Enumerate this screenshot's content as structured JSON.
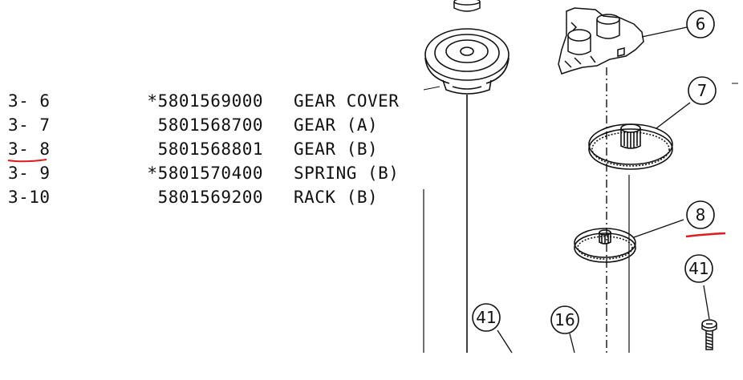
{
  "parts_list": [
    {
      "ref": "3- 6",
      "part_no": "*5801569000",
      "description": "GEAR COVER"
    },
    {
      "ref": "3- 7",
      "part_no": "5801568700",
      "description": "GEAR (A)"
    },
    {
      "ref": "3- 8",
      "part_no": "5801568801",
      "description": "GEAR (B)"
    },
    {
      "ref": "3- 9",
      "part_no": "*5801570400",
      "description": "SPRING (B)"
    },
    {
      "ref": "3-10",
      "part_no": "5801569200",
      "description": "RACK (B)"
    }
  ],
  "callouts": {
    "c6": "6",
    "c7": "7",
    "c8": "8",
    "c41_right": "41",
    "c41_left": "41",
    "c16": "16"
  },
  "highlight_color": "#e01b1b"
}
